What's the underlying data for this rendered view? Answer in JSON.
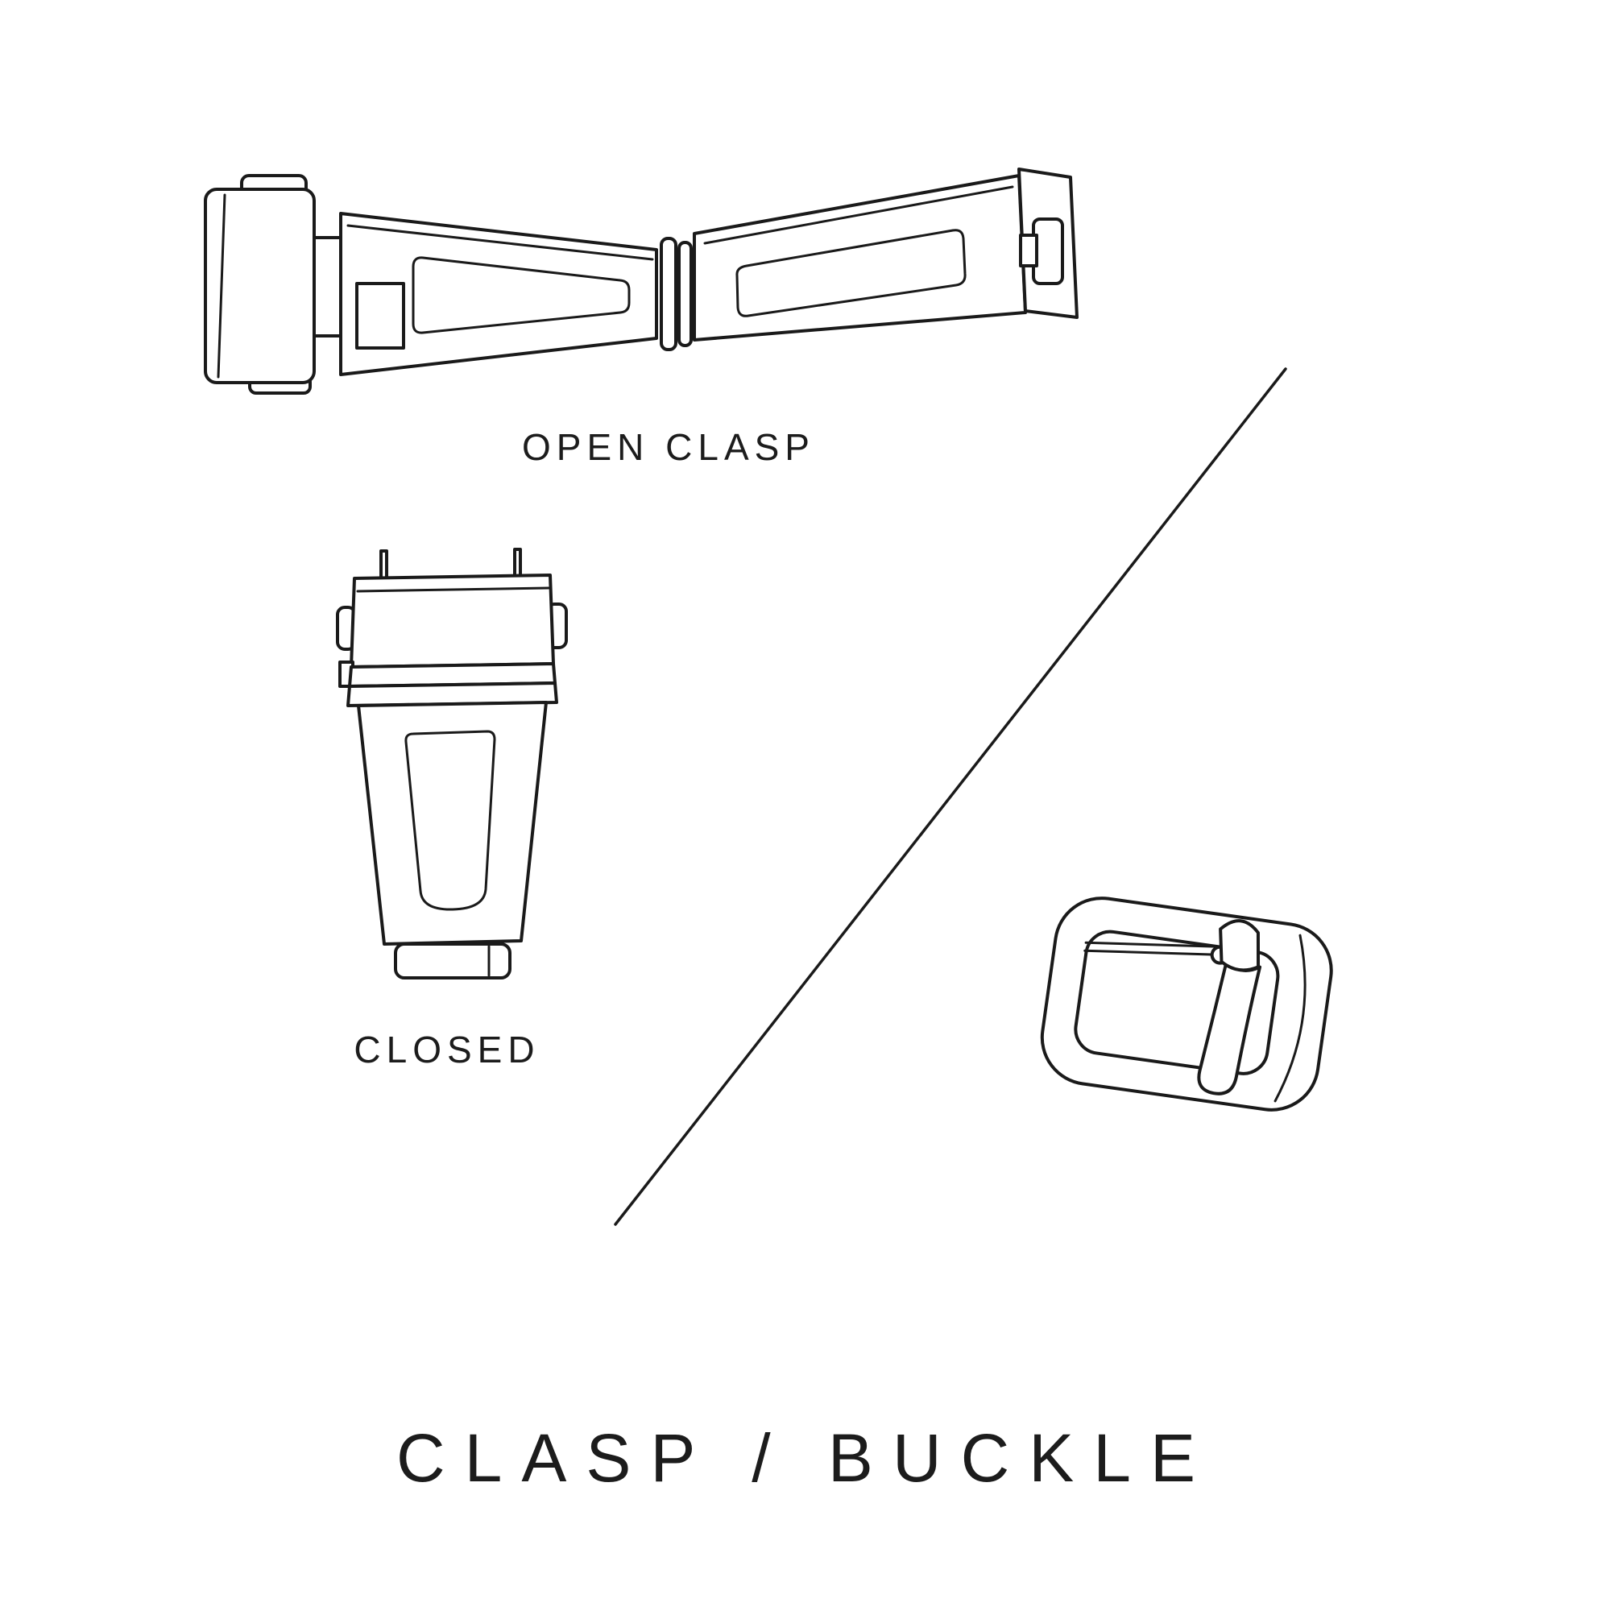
{
  "page": {
    "background": "#ffffff",
    "ink": "#1a1a1a"
  },
  "illustrations": [
    "open-clasp",
    "closed-clasp",
    "pin-buckle",
    "diagonal-divider"
  ],
  "figures": {
    "open_clasp": {
      "label": "OPEN CLASP"
    },
    "closed_clasp": {
      "label": "CLOSED"
    }
  },
  "title": "CLASP / BUCKLE"
}
